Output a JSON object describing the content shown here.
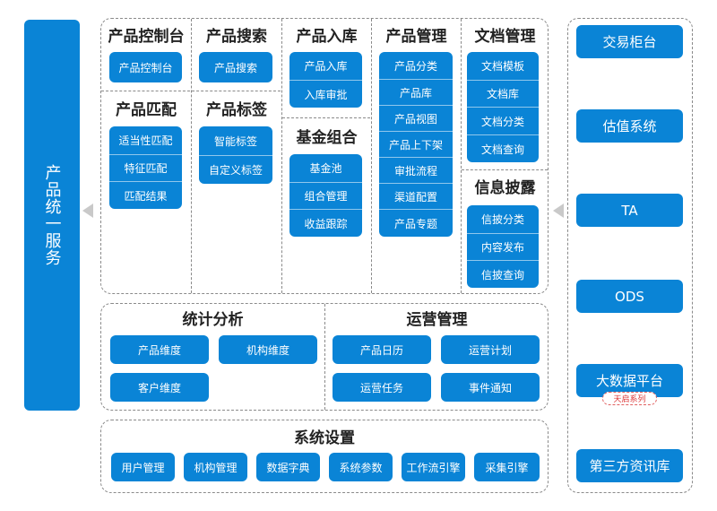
{
  "left_bar": {
    "label": "产品统一服务"
  },
  "top_panel": {
    "control": {
      "title": "产品控制台",
      "items": [
        "产品控制台"
      ]
    },
    "search": {
      "title": "产品搜索",
      "items": [
        "产品搜索"
      ]
    },
    "stock_in": {
      "title": "产品入库",
      "items": [
        "产品入库",
        "入库审批"
      ]
    },
    "management": {
      "title": "产品管理",
      "items": [
        "产品分类",
        "产品库",
        "产品视图",
        "产品上下架",
        "审批流程",
        "渠道配置",
        "产品专题"
      ]
    },
    "documents": {
      "title": "文档管理",
      "items": [
        "文档模板",
        "文档库",
        "文档分类",
        "文档查询"
      ]
    },
    "match": {
      "title": "产品匹配",
      "items": [
        "适当性匹配",
        "特征匹配",
        "匹配结果"
      ]
    },
    "tags": {
      "title": "产品标签",
      "items": [
        "智能标签",
        "自定义标签"
      ]
    },
    "fund": {
      "title": "基金组合",
      "items": [
        "基金池",
        "组合管理",
        "收益跟踪"
      ]
    },
    "disclosure": {
      "title": "信息披露",
      "items": [
        "信披分类",
        "内容发布",
        "信披查询"
      ]
    }
  },
  "middle_panel": {
    "stats": {
      "title": "统计分析",
      "items": [
        "产品维度",
        "机构维度",
        "客户维度"
      ]
    },
    "ops": {
      "title": "运营管理",
      "items": [
        "产品日历",
        "运营计划",
        "运营任务",
        "事件通知"
      ]
    }
  },
  "bottom_panel": {
    "title": "系统设置",
    "items": [
      "用户管理",
      "机构管理",
      "数据字典",
      "系统参数",
      "工作流引擎",
      "采集引擎"
    ]
  },
  "right_panel": {
    "items": [
      "交易柜台",
      "估值系统",
      "TA",
      "ODS",
      "大数据平台",
      "第三方资讯库"
    ],
    "badge": "天启系列"
  },
  "colors": {
    "primary": "#0a84d6",
    "border": "#8a8a8a",
    "badge": "#d33333"
  }
}
